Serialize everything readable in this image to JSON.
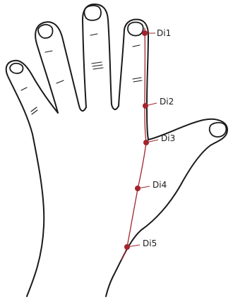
{
  "diagram": {
    "colors": {
      "outline": "#1a1a1a",
      "meridian": "#a3242e"
    },
    "points": [
      {
        "id": "di1",
        "label": "Di1"
      },
      {
        "id": "di2",
        "label": "Di2"
      },
      {
        "id": "di3",
        "label": "Di3"
      },
      {
        "id": "di4",
        "label": "Di4"
      },
      {
        "id": "di5",
        "label": "Di5"
      }
    ]
  }
}
